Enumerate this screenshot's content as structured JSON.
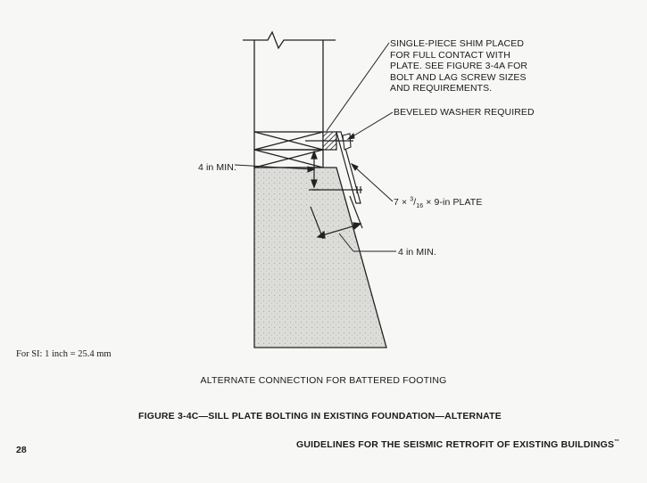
{
  "callouts": {
    "shim_lines": [
      "SINGLE-PIECE SHIM PLACED",
      "FOR FULL CONTACT WITH",
      "PLATE. SEE FIGURE 3-4A FOR",
      "BOLT AND LAG SCREW SIZES",
      "AND REQUIREMENTS."
    ],
    "washer": "BEVELED WASHER REQUIRED",
    "min_top": "4 in MIN.",
    "plate_prefix": "7 × ",
    "plate_num": "3",
    "plate_den": "16",
    "plate_suffix": " × 9-in PLATE",
    "min_bottom": "4 in MIN."
  },
  "si_note": "For SI:   1 inch = 25.4 mm",
  "caption": "ALTERNATE CONNECTION FOR BATTERED FOOTING",
  "figure_title": "FIGURE 3-4C—SILL PLATE BOLTING IN EXISTING FOUNDATION—ALTERNATE",
  "page_number": "28",
  "running_head": {
    "text": "GUIDELINES FOR THE SEISMIC RETROFIT OF EXISTING BUILDINGS",
    "mark": "™"
  }
}
